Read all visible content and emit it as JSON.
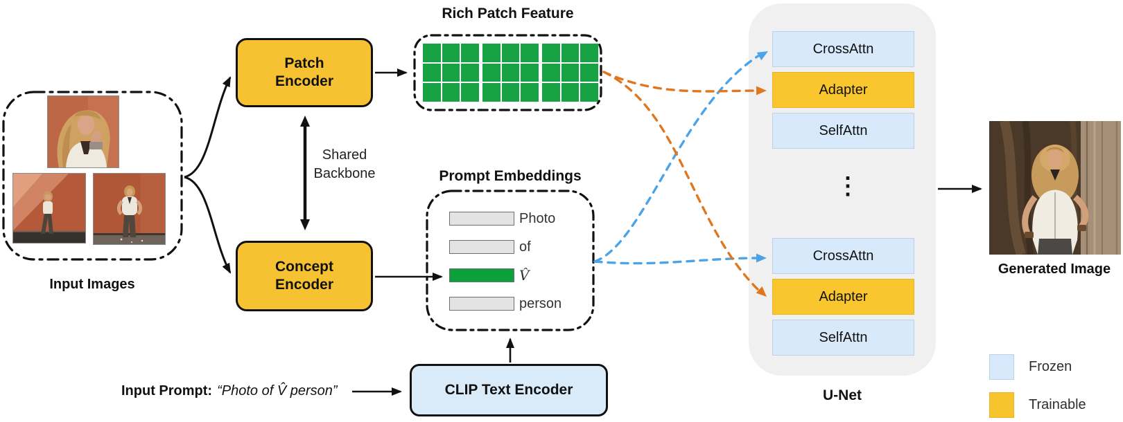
{
  "figure": {
    "input_images": {
      "label": "Input Images",
      "photo_count": 3
    },
    "patch_encoder": {
      "label": "Patch\nEncoder"
    },
    "concept_encoder": {
      "label": "Concept\nEncoder"
    },
    "shared_backbone": {
      "label": "Shared\nBackbone"
    },
    "rich_patch_feature": {
      "title": "Rich Patch Feature",
      "grid_count": 3,
      "rows": 3,
      "cols": 3
    },
    "prompt_embeddings": {
      "title": "Prompt Embeddings",
      "tokens": [
        {
          "text": "Photo",
          "type": "frozen"
        },
        {
          "text": "of",
          "type": "frozen"
        },
        {
          "text": "V̂",
          "type": "concept"
        },
        {
          "text": "person",
          "type": "frozen"
        }
      ]
    },
    "input_prompt": {
      "label": "Input Prompt:",
      "value": "“Photo of V̂ person”"
    },
    "clip_text_encoder": {
      "label": "CLIP Text Encoder"
    },
    "unet": {
      "label": "U-Net",
      "ellipsis": "⋮",
      "groups": [
        [
          {
            "label": "CrossAttn",
            "type": "frozen"
          },
          {
            "label": "Adapter",
            "type": "trainable"
          },
          {
            "label": "SelfAttn",
            "type": "frozen"
          }
        ],
        [
          {
            "label": "CrossAttn",
            "type": "frozen"
          },
          {
            "label": "Adapter",
            "type": "trainable"
          },
          {
            "label": "SelfAttn",
            "type": "frozen"
          }
        ]
      ]
    },
    "generated_image": {
      "label": "Generated Image"
    },
    "legend": {
      "items": [
        {
          "label": "Frozen",
          "color": "#D7E9FA",
          "border": "#B9D2EC"
        },
        {
          "label": "Trainable",
          "color": "#F8C42E",
          "border": "#EBB125"
        }
      ]
    }
  },
  "colors": {
    "trainable_yellow": "#F6C231",
    "unet_yellow": "#FAC62E",
    "frozen_blue": "#D7E9FA",
    "clip_blue": "#D9EAF9",
    "grid_green": "#17A243",
    "token_green": "#0CA03C",
    "unet_gray": "#F0F0F1",
    "arrow_blue": "#4BA3E8",
    "arrow_orange": "#E0771F"
  }
}
